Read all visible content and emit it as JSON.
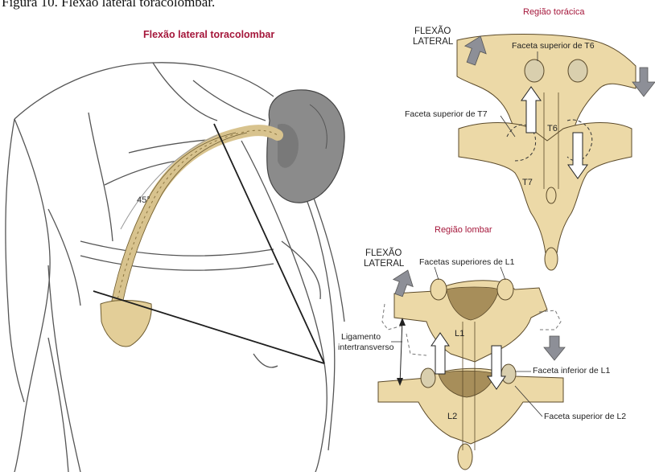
{
  "caption": "Figura 10. Flexão lateral toracolombar.",
  "main_title": "Flexão lateral toracolombar",
  "angle_label": "45°",
  "thoracic": {
    "region_title": "Região torácica",
    "flexion_line1": "FLEXÃO",
    "flexion_line2": "LATERAL",
    "label_t6_facet": "Faceta superior de T6",
    "label_t7_facet": "Faceta superior de T7",
    "vertebra_top": "T6",
    "vertebra_bottom": "T7"
  },
  "lumbar": {
    "region_title": "Região lombar",
    "flexion_line1": "FLEXÃO",
    "flexion_line2": "LATERAL",
    "label_l1_facets": "Facetas superiores de L1",
    "label_ligament_line1": "Ligamento",
    "label_ligament_line2": "intertransverso",
    "label_l1_inferior": "Faceta inferior de L1",
    "label_l2_superior": "Faceta superior de L2",
    "vertebra_top": "L1",
    "vertebra_bottom": "L2"
  },
  "colors": {
    "bone": "#ecd9a7",
    "bone_outline": "#5b4a2a",
    "title_red": "#a5173b",
    "arrow_gray": "#8d8f97",
    "head_gray": "#8b8b8b",
    "outline": "#444444"
  }
}
